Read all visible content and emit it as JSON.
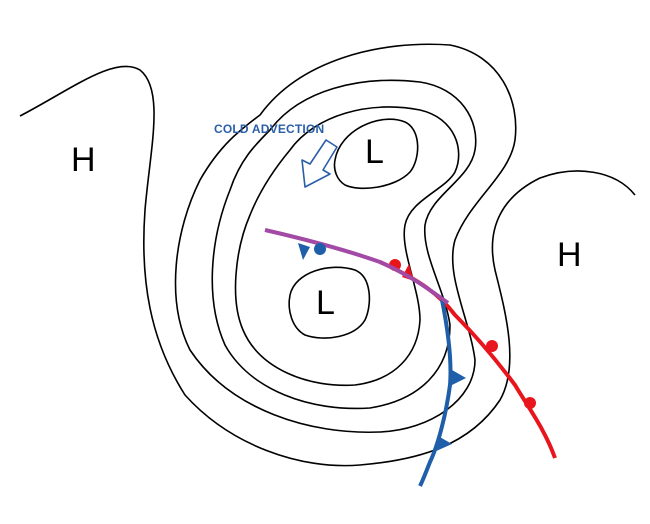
{
  "labels": {
    "high_left": "H",
    "high_right": "H",
    "low_upper": "L",
    "low_lower": "L",
    "cold_advection": "COLD ADVECTION"
  },
  "colors": {
    "isobar": "#000000",
    "cold_front": "#1f5ea8",
    "warm_front": "#e8151c",
    "occluded_front": "#a24aa6",
    "annotation": "#2a5fa8"
  }
}
